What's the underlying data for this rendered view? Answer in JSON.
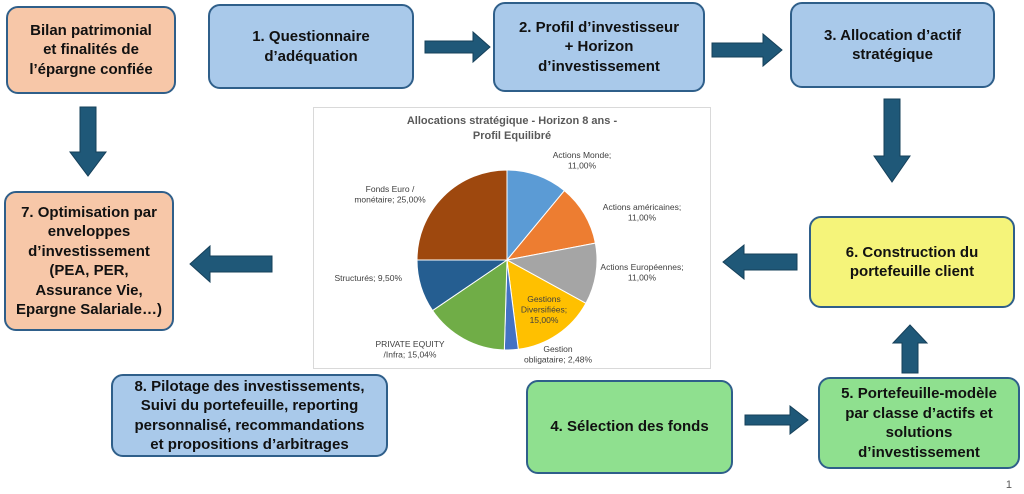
{
  "boxes": {
    "bilan": "Bilan patrimonial\net finalités de\nl’épargne confiée",
    "questionnaire": "1. Questionnaire\nd’adéquation",
    "profil": "2. Profil d’investisseur\n+ Horizon\nd’investissement",
    "allocation": "3. Allocation d’actif\nstratégique",
    "selection": "4. Sélection des fonds",
    "portefeuille_modele": "5. Portefeuille-modèle\npar classe d’actifs et\nsolutions\nd’investissement",
    "construction": "6. Construction du\nportefeuille client",
    "optimisation": "7. Optimisation par\nenveloppes\nd’investissement\n(PEA, PER,\nAssurance Vie,\nEpargne Salariale…)",
    "pilotage": "8. Pilotage des investissements,\nSuivi du portefeuille, reporting\npersonnalisé, recommandations\net propositions d’arbitrages"
  },
  "colors": {
    "blue_box": "#a9c9ea",
    "salmon_box": "#f7c7a8",
    "yellow_box": "#f5f47a",
    "green_box": "#8fe08f",
    "arrow": "#1f5878"
  },
  "chart_data": {
    "type": "pie",
    "title": "Allocations stratégique - Horizon 8 ans -\nProfil Equilibré",
    "slices": [
      {
        "label": "Actions Monde;\n11,00%",
        "value": 11.0,
        "color": "#5b9bd5"
      },
      {
        "label": "Actions américaines;\n11,00%",
        "value": 11.0,
        "color": "#ed7d31"
      },
      {
        "label": "Actions Européennes;\n11,00%",
        "value": 11.0,
        "color": "#a5a5a5"
      },
      {
        "label": "Gestions\nDiversifiées;\n15,00%",
        "value": 15.0,
        "color": "#ffc000"
      },
      {
        "label": "Gestion\nobligataire; 2,48%",
        "value": 2.48,
        "color": "#4472c4"
      },
      {
        "label": "PRIVATE EQUITY\n/Infra; 15,04%",
        "value": 15.04,
        "color": "#70ad47"
      },
      {
        "label": "Structurés; 9,50%",
        "value": 9.5,
        "color": "#255e91"
      },
      {
        "label": "Fonds Euro /\nmonétaire; 25,00%",
        "value": 25.0,
        "color": "#9e480e"
      }
    ]
  },
  "page_number": "1"
}
